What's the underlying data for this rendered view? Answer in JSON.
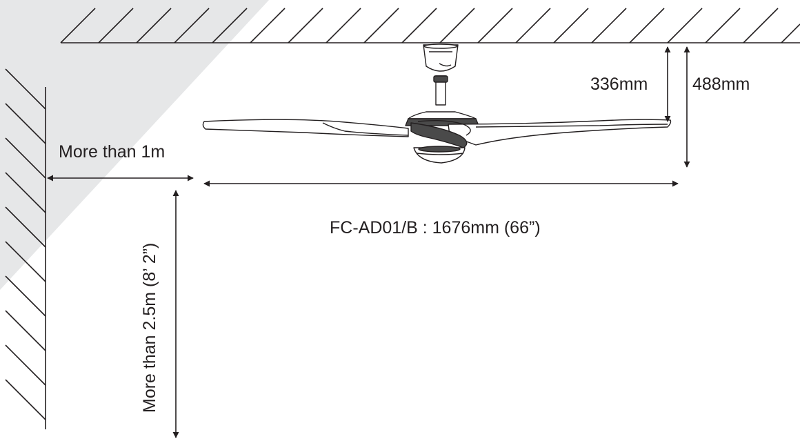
{
  "colors": {
    "line": "#231f20",
    "shade": "#e6e7e8",
    "fan_fill": "#ffffff",
    "fan_dark": "#4a4a4a"
  },
  "labels": {
    "wall_clearance": "More than 1m",
    "floor_clearance": "More than 2.5m (8’ 2”)",
    "drop_blade": "336mm",
    "drop_total": "488mm",
    "blade_span": "FC-AD01/B : 1676mm (66”)"
  }
}
